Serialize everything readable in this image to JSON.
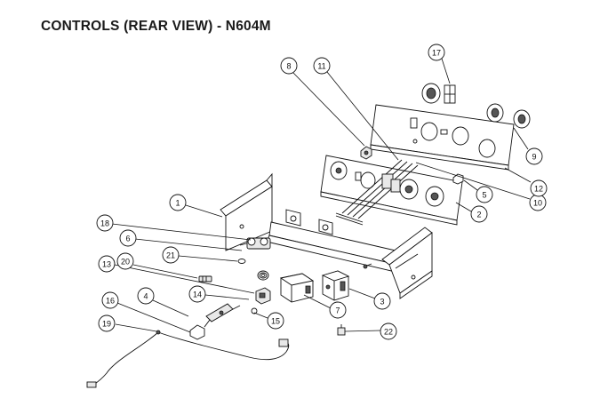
{
  "title": "CONTROLS (REAR VIEW) - N604M",
  "callouts": [
    {
      "id": "c1",
      "label": "1"
    },
    {
      "id": "c2",
      "label": "2"
    },
    {
      "id": "c3",
      "label": "3"
    },
    {
      "id": "c4",
      "label": "4"
    },
    {
      "id": "c5",
      "label": "5"
    },
    {
      "id": "c6",
      "label": "6"
    },
    {
      "id": "c7",
      "label": "7"
    },
    {
      "id": "c8",
      "label": "8"
    },
    {
      "id": "c9",
      "label": "9"
    },
    {
      "id": "c10",
      "label": "10"
    },
    {
      "id": "c11",
      "label": "11"
    },
    {
      "id": "c12",
      "label": "12"
    },
    {
      "id": "c13",
      "label": "13"
    },
    {
      "id": "c14",
      "label": "14"
    },
    {
      "id": "c15",
      "label": "15"
    },
    {
      "id": "c16",
      "label": "16"
    },
    {
      "id": "c17",
      "label": "17"
    },
    {
      "id": "c18",
      "label": "18"
    },
    {
      "id": "c19",
      "label": "19"
    },
    {
      "id": "c20",
      "label": "20"
    },
    {
      "id": "c21",
      "label": "21"
    },
    {
      "id": "c22",
      "label": "22"
    }
  ]
}
